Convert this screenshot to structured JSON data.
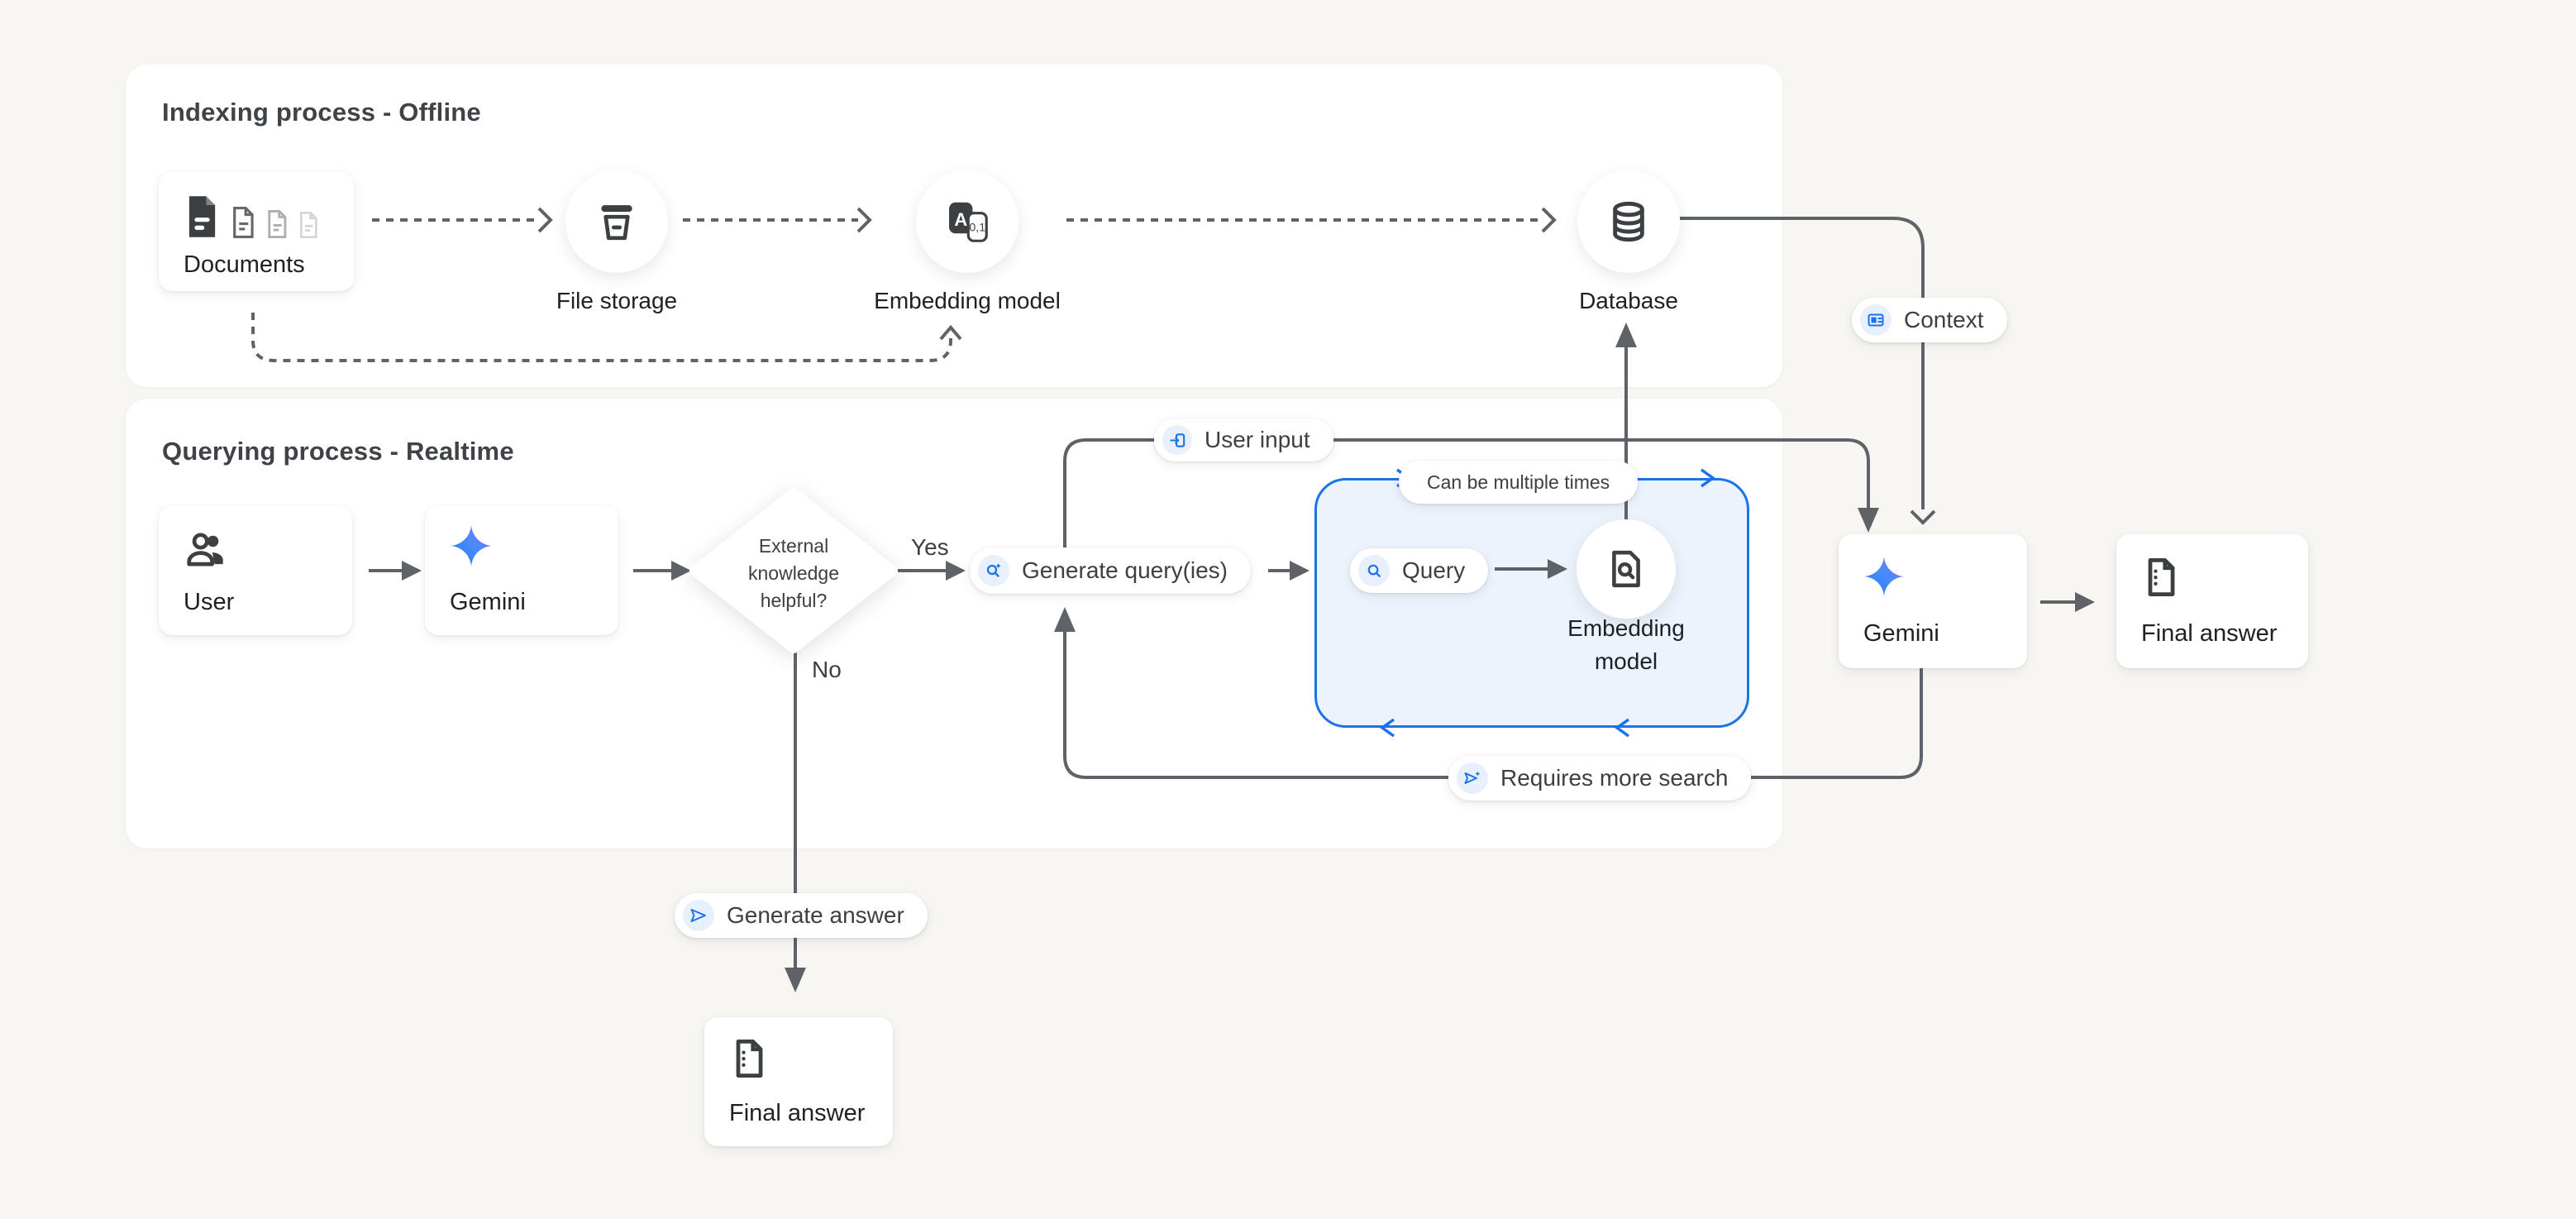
{
  "panels": {
    "indexing": {
      "title": "Indexing process - Offline"
    },
    "querying": {
      "title": "Querying process - Realtime"
    }
  },
  "nodes": {
    "documents": {
      "label": "Documents"
    },
    "file_storage": {
      "label": "File storage"
    },
    "embedding_model_offline": {
      "label": "Embedding model"
    },
    "database": {
      "label": "Database"
    },
    "user": {
      "label": "User"
    },
    "gemini_query": {
      "label": "Gemini"
    },
    "decision": {
      "label": "External knowledge helpful?"
    },
    "embedding_model_realtime": {
      "label": "Embedding model"
    },
    "gemini_answer": {
      "label": "Gemini"
    },
    "final_answer_right": {
      "label": "Final answer"
    },
    "final_answer_bottom": {
      "label": "Final answer"
    }
  },
  "pills": {
    "user_input": {
      "label": "User input",
      "icon": "login-icon"
    },
    "context": {
      "label": "Context",
      "icon": "article-icon"
    },
    "generate_queries": {
      "label": "Generate query(ies)",
      "icon": "search-spark-icon"
    },
    "query": {
      "label": "Query",
      "icon": "search-icon"
    },
    "can_be_multiple_times": {
      "label": "Can be multiple times"
    },
    "requires_more_search": {
      "label": "Requires more search",
      "icon": "send-spark-icon"
    },
    "generate_answer": {
      "label": "Generate answer",
      "icon": "send-icon"
    }
  },
  "edge_labels": {
    "yes": "Yes",
    "no": "No"
  },
  "colors": {
    "canvas_bg": "#f7f6f3",
    "panel_bg": "#ffffff",
    "accent_blue": "#1a73e8",
    "loop_box_fill": "#edf3fd",
    "line_gray": "#5f6368",
    "text_dark": "#202124",
    "gemini_gradient_start": "#217bfe",
    "gemini_gradient_end": "#9168f7"
  }
}
